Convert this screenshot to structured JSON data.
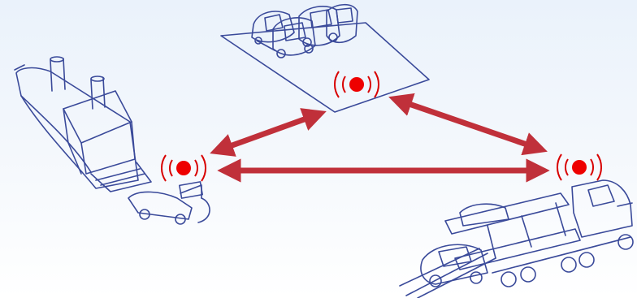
{
  "colors": {
    "background_top": "#eaf2fb",
    "sketch": "#3a4a9a",
    "arrow": "#c0303a",
    "tag_dot": "#ee0000",
    "tag_waves": "#d80000"
  },
  "nodes": [
    {
      "name": "ship",
      "icon": "ship-icon",
      "has_tag": true
    },
    {
      "name": "parking-lot",
      "icon": "parked-cars-icon",
      "has_tag": true
    },
    {
      "name": "car-carrier-truck",
      "icon": "car-carrier-truck-icon",
      "has_tag": true
    }
  ],
  "links": [
    {
      "from": "ship",
      "to": "parking-lot",
      "direction": "bidirectional"
    },
    {
      "from": "parking-lot",
      "to": "car-carrier-truck",
      "direction": "bidirectional"
    },
    {
      "from": "ship",
      "to": "car-carrier-truck",
      "direction": "bidirectional"
    }
  ]
}
